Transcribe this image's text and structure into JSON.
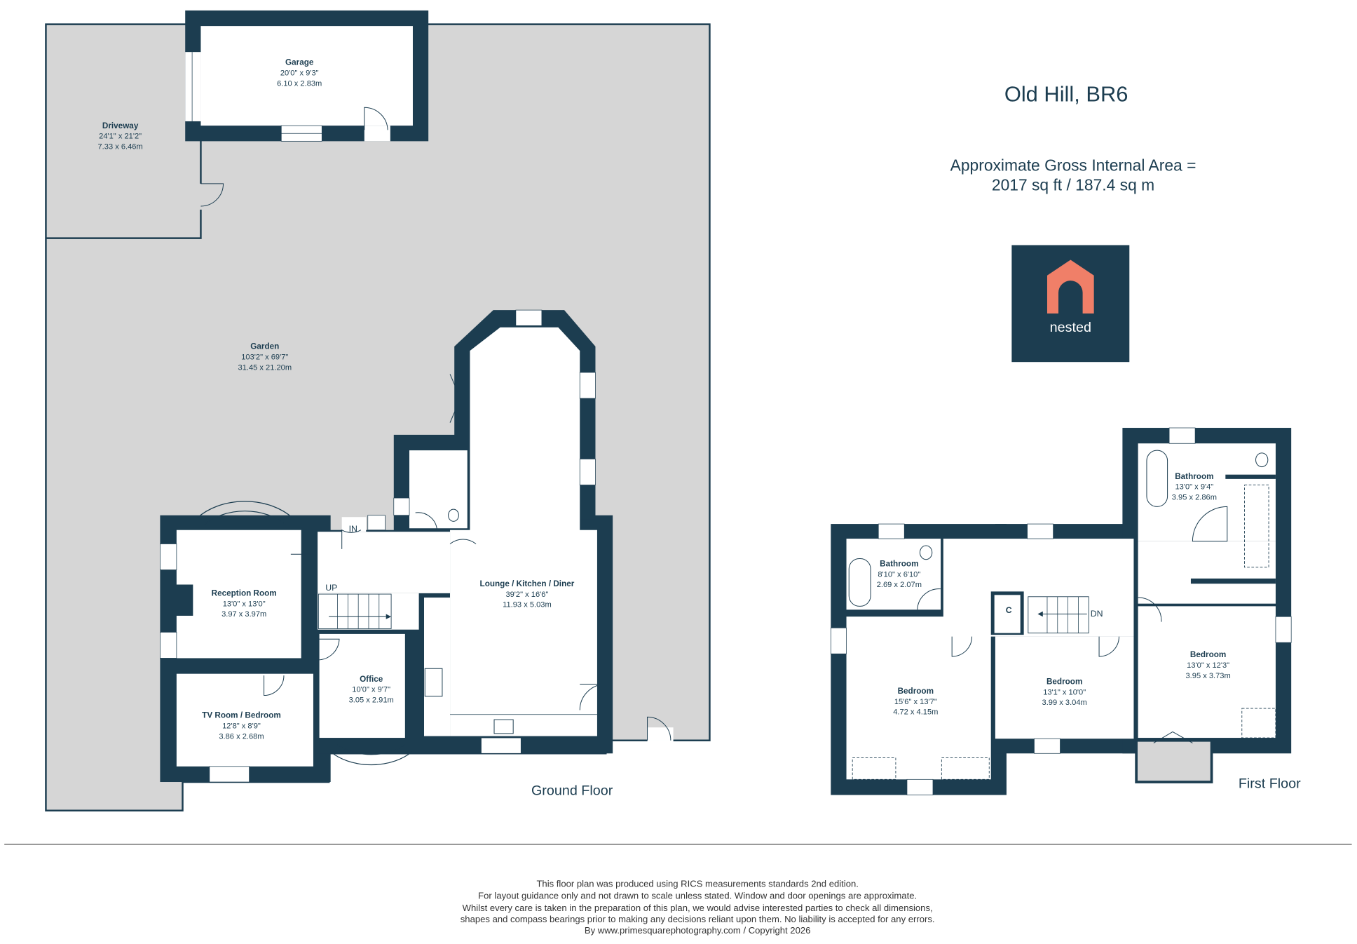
{
  "header": {
    "title": "Old Hill, BR6",
    "area_line1": "Approximate Gross Internal Area =",
    "area_line2": "2017 sq ft / 187.4 sq m"
  },
  "logo": {
    "text": "nested",
    "bg_color": "#1c3d50",
    "icon_color": "#f07f68"
  },
  "colors": {
    "wall": "#1c3d50",
    "outdoor": "#d6d6d6"
  },
  "ground_floor": {
    "label": "Ground Floor",
    "rooms": [
      {
        "name": "Garage",
        "imperial": "20'0\" x 9'3\"",
        "metric": "6.10 x 2.83m"
      },
      {
        "name": "Driveway",
        "imperial": "24'1\" x 21'2\"",
        "metric": "7.33 x 6.46m"
      },
      {
        "name": "Garden",
        "imperial": "103'2\" x 69'7\"",
        "metric": "31.45 x 21.20m"
      },
      {
        "name": "Reception Room",
        "imperial": "13'0\" x 13'0\"",
        "metric": "3.97 x 3.97m"
      },
      {
        "name": "TV Room / Bedroom",
        "imperial": "12'8\" x 8'9\"",
        "metric": "3.86 x 2.68m"
      },
      {
        "name": "Office",
        "imperial": "10'0\" x 9'7\"",
        "metric": "3.05 x 2.91m"
      },
      {
        "name": "Lounge / Kitchen / Diner",
        "imperial": "39'2\" x 16'6\"",
        "metric": "11.93 x 5.03m"
      }
    ],
    "marks": {
      "in": "IN",
      "up": "UP"
    }
  },
  "first_floor": {
    "label": "First Floor",
    "rooms": [
      {
        "name": "Bathroom",
        "imperial": "8'10\" x 6'10\"",
        "metric": "2.69 x 2.07m"
      },
      {
        "name": "Bathroom",
        "imperial": "13'0\" x 9'4\"",
        "metric": "3.95 x 2.86m"
      },
      {
        "name": "Bedroom",
        "imperial": "15'6\" x 13'7\"",
        "metric": "4.72 x 4.15m"
      },
      {
        "name": "Bedroom",
        "imperial": "13'1\" x 10'0\"",
        "metric": "3.99 x 3.04m"
      },
      {
        "name": "Bedroom",
        "imperial": "13'0\" x 12'3\"",
        "metric": "3.95 x 3.73m"
      }
    ],
    "marks": {
      "dn": "DN",
      "cupboard": "C"
    }
  },
  "footer": {
    "lines": [
      "This floor plan was produced using RICS measurements standards 2nd edition.",
      "For layout guidance only and not drawn to scale unless stated. Window and door openings are approximate.",
      "Whilst every care is taken in the preparation of this plan, we would advise interested parties to check all dimensions,",
      "shapes and compass bearings prior to making any decisions reliant upon them. No liability is accepted for any errors.",
      "By www.primesquarephotography.com / Copyright 2026"
    ]
  }
}
